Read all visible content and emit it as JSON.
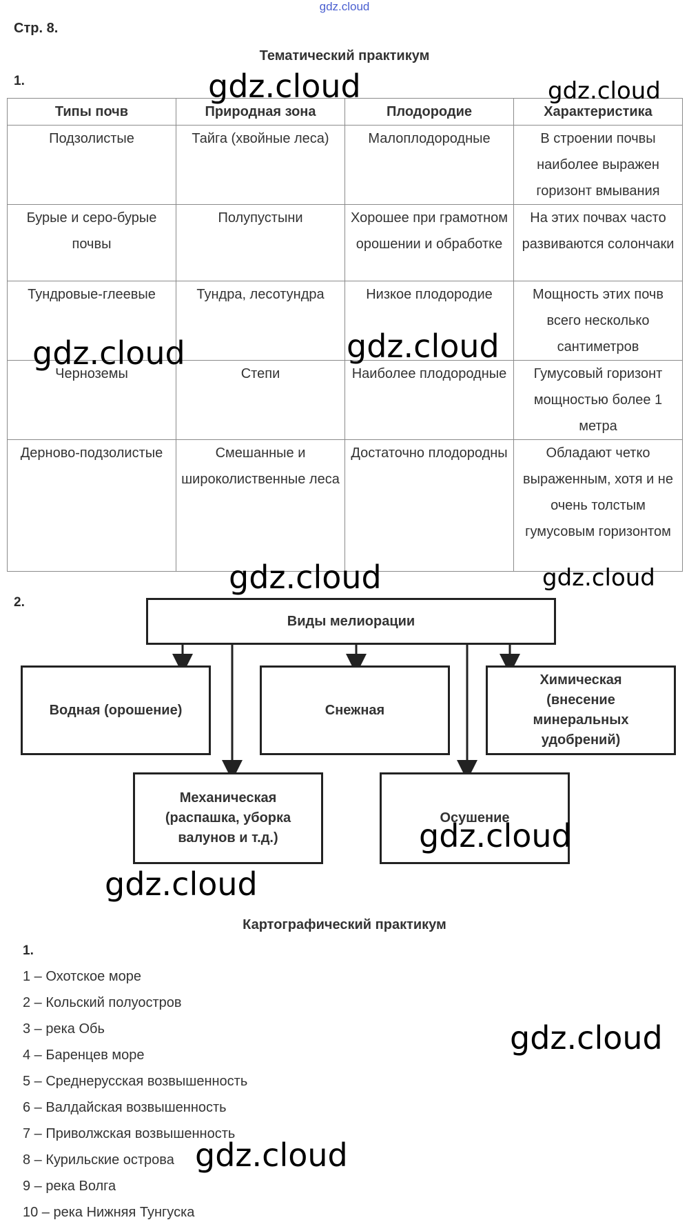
{
  "top_watermark": "gdz.cloud",
  "page_label": "Стр. 8.",
  "section1_title": "Тематический практикум",
  "task1_num": "1.",
  "table": {
    "headers": [
      "Типы почв",
      "Природная зона",
      "Плодородие",
      "Характеристика"
    ],
    "rows": [
      [
        "Подзолистые",
        "Тайга (хвойные леса)",
        "Малоплодородные",
        "В строении почвы наиболее выражен горизонт вмывания"
      ],
      [
        "Бурые и серо-бурые почвы",
        "Полупустыни",
        "Хорошее при грамотном орошении и обработке",
        "На этих почвах часто развиваются солончаки"
      ],
      [
        "Тундровые-глеевые",
        "Тундра, лесотундра",
        "Низкое плодородие",
        "Мощность этих почв всего несколько сантиметров"
      ],
      [
        "Черноземы",
        "Степи",
        "Наиболее плодородные",
        "Гумусовый горизонт мощностью более 1 метра"
      ],
      [
        "Дерново-подзолистые",
        "Смешанные и широколиственные леса",
        "Достаточно плодородны",
        "Обладают четко выраженным, хотя и не очень толстым гумусовым горизонтом"
      ]
    ]
  },
  "task2_num": "2.",
  "diagram": {
    "root": "Виды мелиорации",
    "water": "Водная (орошение)",
    "snow": "Снежная",
    "chemical": "Химическая (внесение минеральных удобрений)",
    "mechanical": "Механическая (распашка, уборка валунов и т.д.)",
    "drainage": "Осушение"
  },
  "section2_title": "Картографический практикум",
  "task3_num": "1.",
  "map_items": [
    "1 – Охотское море",
    "2 – Кольский полуостров",
    "3 – река Обь",
    "4 – Баренцев море",
    "5 – Среднерусская возвышенность",
    "6 – Валдайская возвышенность",
    "7 – Приволжская возвышенность",
    "8 – Курильские острова",
    "9 – река Волга",
    "10 – река Нижняя Тунгуска"
  ],
  "watermark": "gdz.cloud"
}
